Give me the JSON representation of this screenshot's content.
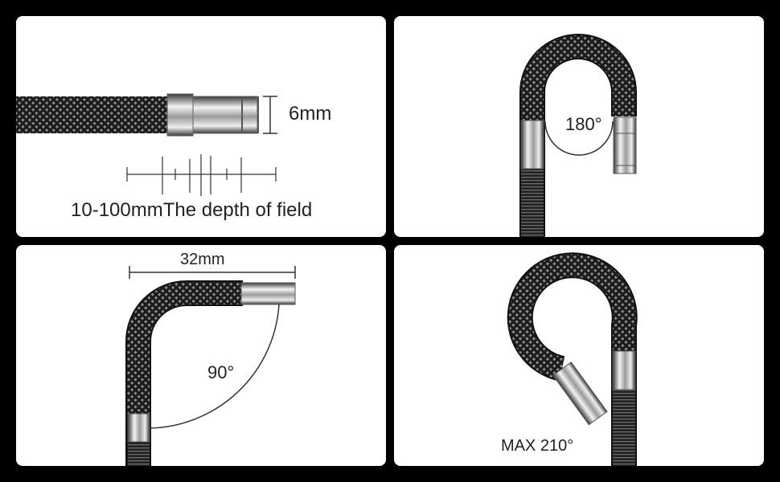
{
  "panels": [
    {
      "label": "6mm",
      "caption": "10-100mmThe depth of field"
    },
    {
      "label": "180°"
    },
    {
      "label": "32mm",
      "angle": "90°"
    },
    {
      "label": "MAX 210°"
    }
  ]
}
